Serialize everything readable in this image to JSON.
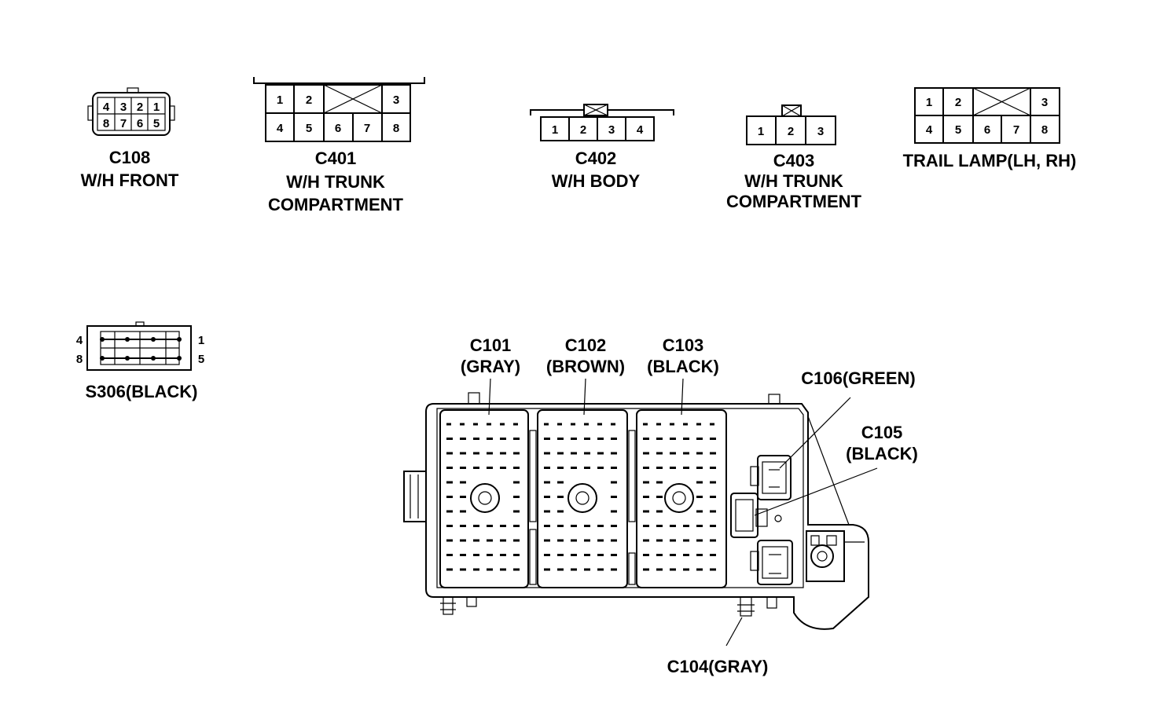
{
  "connectors": {
    "c108": {
      "id": "C108",
      "desc": "W/H FRONT",
      "pins_top": [
        "4",
        "3",
        "2",
        "1"
      ],
      "pins_bottom": [
        "8",
        "7",
        "6",
        "5"
      ]
    },
    "c401": {
      "id": "C401",
      "desc_line1": "W/H TRUNK",
      "desc_line2": "COMPARTMENT",
      "pins_top": [
        "1",
        "2",
        "3"
      ],
      "pins_bottom": [
        "4",
        "5",
        "6",
        "7",
        "8"
      ]
    },
    "c402": {
      "id": "C402",
      "desc": "W/H BODY",
      "pins": [
        "1",
        "2",
        "3",
        "4"
      ]
    },
    "c403": {
      "id": "C403",
      "desc_line1": "W/H TRUNK",
      "desc_line2": "COMPARTMENT",
      "pins": [
        "1",
        "2",
        "3"
      ]
    },
    "trail_lamp": {
      "desc": "TRAIL LAMP(LH, RH)",
      "pins_top": [
        "1",
        "2",
        "3"
      ],
      "pins_bottom": [
        "4",
        "5",
        "6",
        "7",
        "8"
      ]
    },
    "s306": {
      "desc": "S306(BLACK)",
      "pin_tl": "4",
      "pin_tr": "1",
      "pin_bl": "8",
      "pin_br": "5"
    }
  },
  "junction_box": {
    "c101": {
      "line1": "C101",
      "line2": "(GRAY)"
    },
    "c102": {
      "line1": "C102",
      "line2": "(BROWN)"
    },
    "c103": {
      "line1": "C103",
      "line2": "(BLACK)"
    },
    "c106": "C106(GREEN)",
    "c105": {
      "line1": "C105",
      "line2": "(BLACK)"
    },
    "c104": "C104(GRAY)"
  },
  "colors": {
    "ink": "#000000",
    "paper": "#ffffff"
  }
}
